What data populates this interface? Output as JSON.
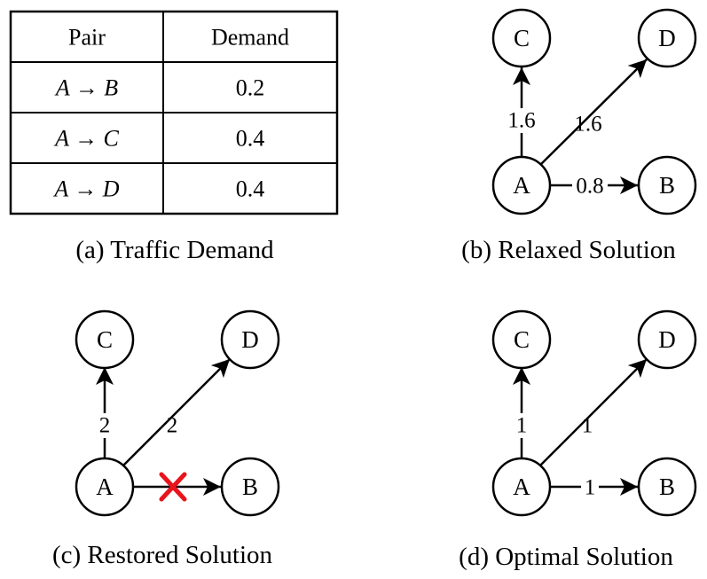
{
  "table": {
    "headers": [
      "Pair",
      "Demand"
    ],
    "rows": [
      {
        "pair": "A → B",
        "demand": "0.2"
      },
      {
        "pair": "A → C",
        "demand": "0.4"
      },
      {
        "pair": "A → D",
        "demand": "0.4"
      }
    ],
    "caption": "(a) Traffic Demand"
  },
  "panels": {
    "relaxed": {
      "caption": "(b) Relaxed Solution",
      "nodes": {
        "A": "A",
        "B": "B",
        "C": "C",
        "D": "D"
      },
      "edges": {
        "AC": "1.6",
        "AD": "1.6",
        "AB": "0.8"
      }
    },
    "restored": {
      "caption": "(c) Restored Solution",
      "nodes": {
        "A": "A",
        "B": "B",
        "C": "C",
        "D": "D"
      },
      "edges": {
        "AC": "2",
        "AD": "2"
      },
      "blocked_edge": "A→B",
      "cross_color": "#e8141c"
    },
    "optimal": {
      "caption": "(d) Optimal Solution",
      "nodes": {
        "A": "A",
        "B": "B",
        "C": "C",
        "D": "D"
      },
      "edges": {
        "AC": "1",
        "AD": "1",
        "AB": "1"
      }
    }
  }
}
